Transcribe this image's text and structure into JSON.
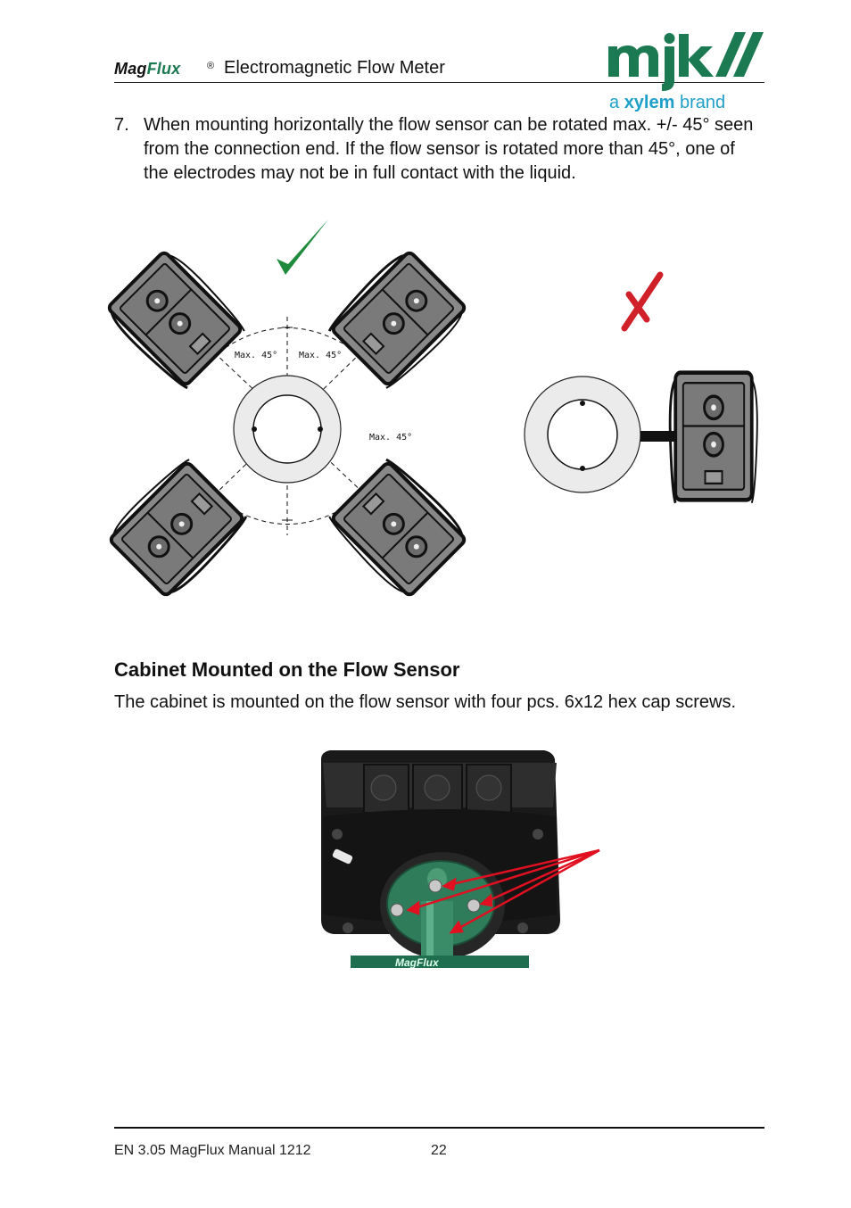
{
  "header": {
    "brand_mag": "Mag",
    "brand_flux": "Flux",
    "brand_reg": "®",
    "title": "Electromagnetic Flow Meter"
  },
  "logo": {
    "icon": "mjk-logo",
    "text": "mjk",
    "tagline_a": "a ",
    "tagline_xylem": "xylem",
    "tagline_brand": " brand",
    "color": "#1b7a52",
    "tagline_color": "#1f9fc9"
  },
  "step": {
    "number": "7.",
    "text": "When mounting horizontally the flow sensor can be rotated max. +/- 45° seen from the connection end. If the flow sensor is rotated more than 45°, one of the electrodes may not be in full contact with the liquid."
  },
  "diagram": {
    "label_left": "Max. 45°",
    "label_right": "Max. 45°",
    "label_lower": "Max. 45°",
    "ok_icon": "check-mark-icon",
    "bad_icon": "cross-mark-icon",
    "ok_color": "#1e8a3c",
    "bad_color": "#d0202a"
  },
  "section": {
    "title": "Cabinet Mounted on the Flow Sensor",
    "body": "The cabinet is mounted on the flow sensor with four pcs. 6x12 hex cap screws."
  },
  "photo": {
    "label": "MagFlux",
    "arrow_color": "#e01020"
  },
  "footer": {
    "doc": "EN 3.05 MagFlux Manual 1212",
    "page": "22"
  }
}
